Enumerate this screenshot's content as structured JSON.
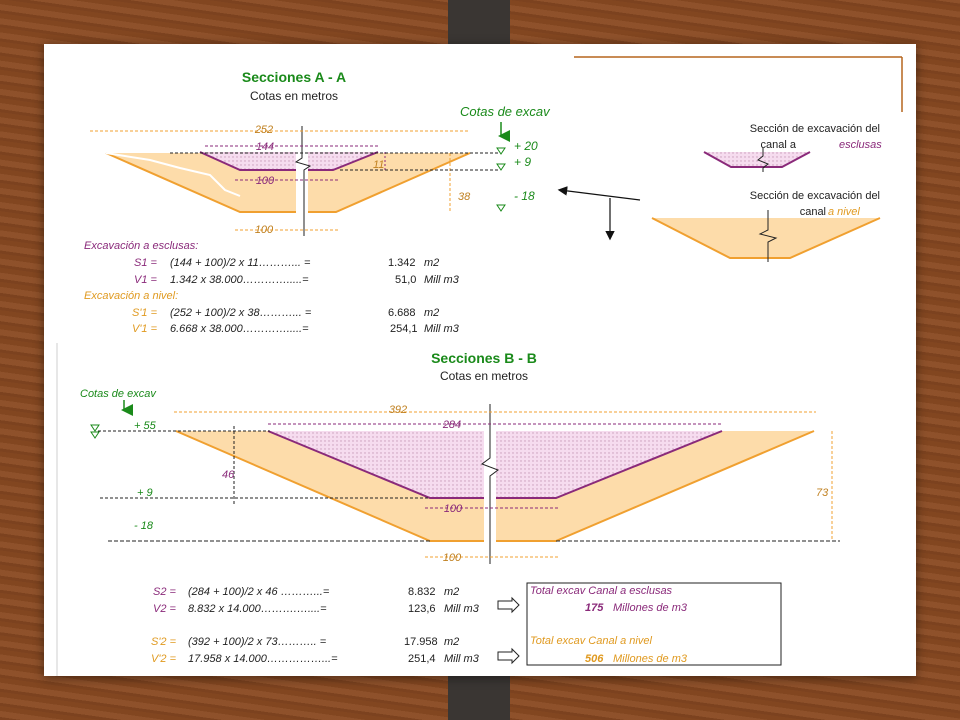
{
  "sectionA": {
    "title": "Secciones A - A",
    "subtitle": "Cotas en metros",
    "cotas_label": "Cotas de excav",
    "dims": {
      "top_width": "252",
      "lock_top": "144",
      "lock_bottom": "100",
      "bottom": "100",
      "lock_depth": "11",
      "depth": "38"
    },
    "levels": [
      "+ 20",
      "+ 9",
      "- 18"
    ],
    "calc": [
      {
        "label": "Excavación a esclusas:"
      },
      {
        "name": "S1 =",
        "expr": "(144 + 100)/2 x 11………... =",
        "value": "1.342",
        "unit": "m2"
      },
      {
        "name": "V1 =",
        "expr": "1.342 x 38.000………….....=",
        "value": "51,0",
        "unit": "Mill m3"
      },
      {
        "label": "Excavación a nivel:"
      },
      {
        "name": "S'1 =",
        "expr": "(252 + 100)/2 x 38………... =",
        "value": "6.688",
        "unit": "m2"
      },
      {
        "name": "V'1 =",
        "expr": "6.668 x 38.000………….....=",
        "value": "254,1",
        "unit": "Mill m3"
      }
    ]
  },
  "legend": {
    "lock_line1": "Sección de excavación del",
    "lock_line2a": "canal a ",
    "lock_line2b": "esclusas",
    "level_line1": "Sección de excavación del",
    "level_line2a": "canal ",
    "level_line2b": "a nivel"
  },
  "sectionB": {
    "title": "Secciones B - B",
    "subtitle": "Cotas en metros",
    "cotas_label": "Cotas de excav",
    "dims": {
      "top_width": "392",
      "lock_top": "284",
      "lock_bottom": "100",
      "bottom": "100",
      "lock_depth": "46",
      "depth": "73"
    },
    "levels": [
      "+ 55",
      "+ 9",
      "- 18"
    ],
    "calc": [
      {
        "name": "S2 =",
        "expr": "(284 + 100)/2 x 46 ………...=",
        "value": "8.832",
        "unit": "m2"
      },
      {
        "name": "V2 =",
        "expr": "8.832 x 14.000……….…....=",
        "value": "123,6",
        "unit": "Mill m3"
      },
      {
        "name": "S'2 =",
        "expr": "(392 + 100)/2 x 73……….. =",
        "value": "17.958",
        "unit": "m2"
      },
      {
        "name": "V'2 =",
        "expr": "17.958 x 14.000……………...=",
        "value": "251,4",
        "unit": "Mill m3"
      }
    ],
    "totals": {
      "lock_title": "Total excav Canal a esclusas",
      "lock_value": "175",
      "lock_unit": "Millones de m3",
      "level_title": "Total excav Canal a nivel",
      "level_value": "506",
      "level_unit": "Millones de m3"
    }
  },
  "colors": {
    "orange": "#f0a030",
    "fill": "#fddcaa",
    "purple": "#8a2a7a",
    "green": "#1a8a1a",
    "lockfill": "#f2d4ea"
  }
}
